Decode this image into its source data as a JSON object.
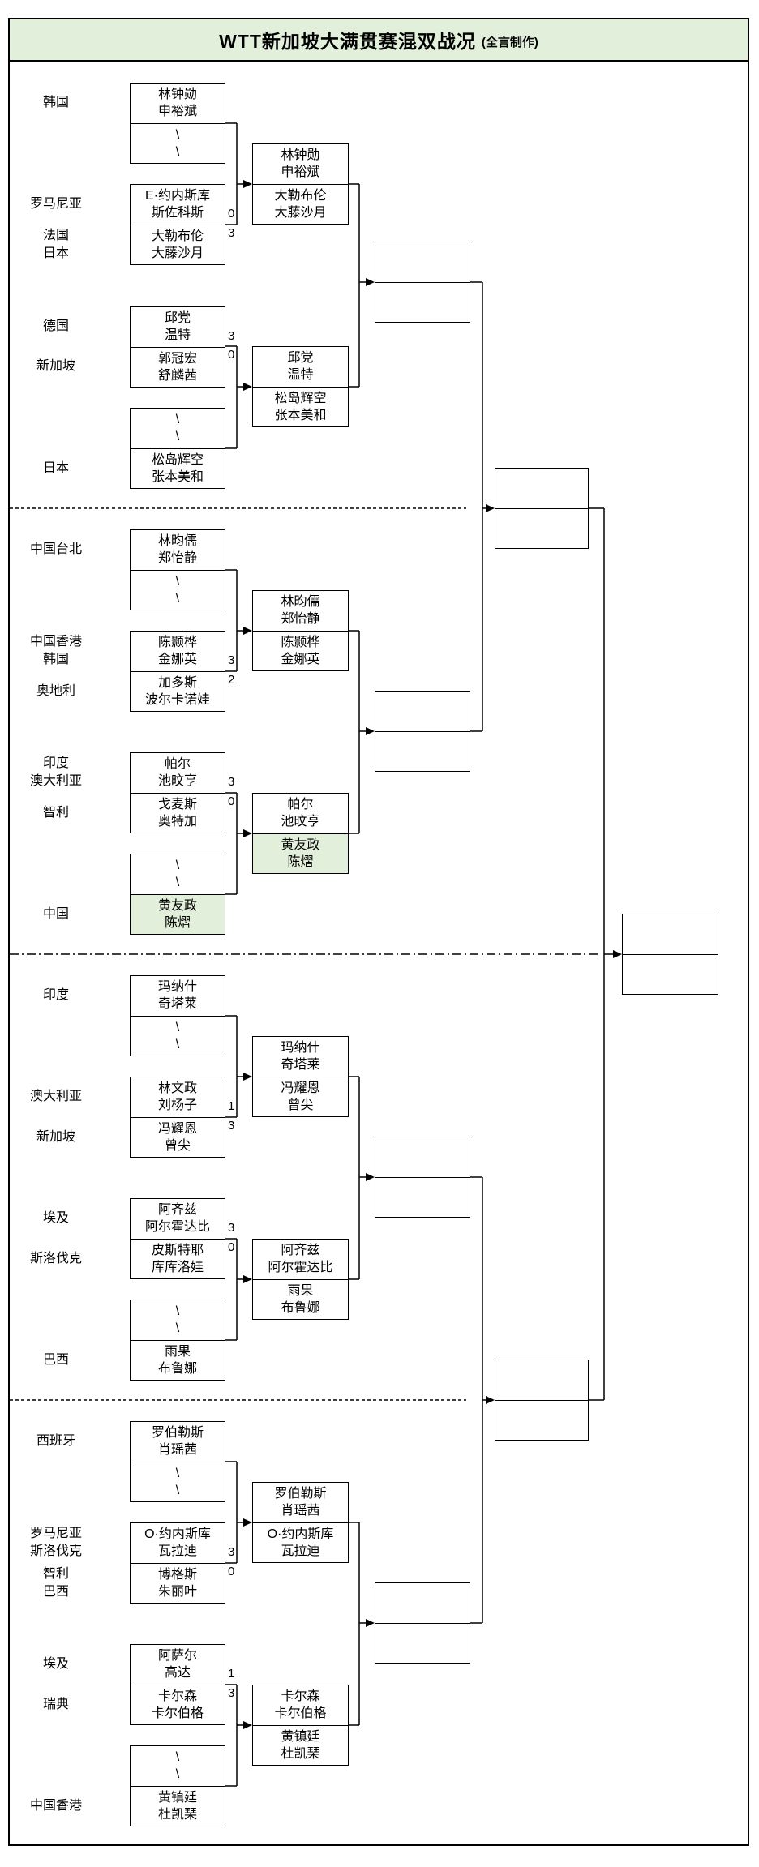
{
  "title": {
    "main": "WTT新加坡大满贯赛混双战况",
    "credit": "(全言制作)"
  },
  "colors": {
    "band_bg": "#e2efda",
    "highlight_bg": "#e2efda",
    "line": "#000000"
  },
  "bracket": {
    "round32": [
      {
        "label": [
          "韩国"
        ],
        "team": [
          "林钟勋",
          "申裕斌"
        ]
      },
      {
        "bye": true,
        "team": [
          "\\",
          "\\"
        ]
      },
      {
        "label": [
          "罗马尼亚"
        ],
        "team": [
          "E·约内斯库",
          "斯佐科斯"
        ],
        "score": "0"
      },
      {
        "label": [
          "法国",
          "日本"
        ],
        "team": [
          "大勒布伦",
          "大藤沙月"
        ],
        "score": "3"
      },
      {
        "label": [
          "德国"
        ],
        "team": [
          "邱党",
          "温特"
        ],
        "score": "3"
      },
      {
        "label": [
          "新加坡"
        ],
        "team": [
          "郭冠宏",
          "舒麟茜"
        ],
        "score": "0"
      },
      {
        "bye": true,
        "team": [
          "\\",
          "\\"
        ]
      },
      {
        "label": [
          "日本"
        ],
        "team": [
          "松岛辉空",
          "张本美和"
        ]
      },
      {
        "label": [
          "中国台北"
        ],
        "team": [
          "林昀儒",
          "郑怡静"
        ]
      },
      {
        "bye": true,
        "team": [
          "\\",
          "\\"
        ]
      },
      {
        "label": [
          "中国香港",
          "韩国"
        ],
        "team": [
          "陈颢桦",
          "金娜英"
        ],
        "score": "3"
      },
      {
        "label": [
          "奥地利"
        ],
        "team": [
          "加多斯",
          "波尔卡诺娃"
        ],
        "score": "2"
      },
      {
        "label": [
          "印度",
          "澳大利亚"
        ],
        "team": [
          "帕尔",
          "池旼亨"
        ],
        "score": "3"
      },
      {
        "label": [
          "智利"
        ],
        "team": [
          "戈麦斯",
          "奥特加"
        ],
        "score": "0"
      },
      {
        "bye": true,
        "team": [
          "\\",
          "\\"
        ]
      },
      {
        "label": [
          "中国"
        ],
        "team": [
          "黄友政",
          "陈熠"
        ],
        "highlight": true
      },
      {
        "label": [
          "印度"
        ],
        "team": [
          "玛纳什",
          "奇塔莱"
        ]
      },
      {
        "bye": true,
        "team": [
          "\\",
          "\\"
        ]
      },
      {
        "label": [
          "澳大利亚"
        ],
        "team": [
          "林文政",
          "刘杨子"
        ],
        "score": "1"
      },
      {
        "label": [
          "新加坡"
        ],
        "team": [
          "冯耀恩",
          "曾尖"
        ],
        "score": "3"
      },
      {
        "label": [
          "埃及"
        ],
        "team": [
          "阿齐兹",
          "阿尔霍达比"
        ],
        "score": "3"
      },
      {
        "label": [
          "斯洛伐克"
        ],
        "team": [
          "皮斯特耶",
          "库库洛娃"
        ],
        "score": "0"
      },
      {
        "bye": true,
        "team": [
          "\\",
          "\\"
        ]
      },
      {
        "label": [
          "巴西"
        ],
        "team": [
          "雨果",
          "布鲁娜"
        ]
      },
      {
        "label": [
          "西班牙"
        ],
        "team": [
          "罗伯勒斯",
          "肖瑶茜"
        ]
      },
      {
        "bye": true,
        "team": [
          "\\",
          "\\"
        ]
      },
      {
        "label": [
          "罗马尼亚",
          "斯洛伐克"
        ],
        "team": [
          "O·约内斯库",
          "瓦拉迪"
        ],
        "score": "3"
      },
      {
        "label": [
          "智利",
          "巴西"
        ],
        "team": [
          "博格斯",
          "朱丽叶"
        ],
        "score": "0"
      },
      {
        "label": [
          "埃及"
        ],
        "team": [
          "阿萨尔",
          "高达"
        ],
        "score": "1"
      },
      {
        "label": [
          "瑞典"
        ],
        "team": [
          "卡尔森",
          "卡尔伯格"
        ],
        "score": "3"
      },
      {
        "bye": true,
        "team": [
          "\\",
          "\\"
        ]
      },
      {
        "label": [
          "中国香港"
        ],
        "team": [
          "黄镇廷",
          "杜凯琹"
        ]
      }
    ],
    "round16": [
      {
        "top": [
          "林钟勋",
          "申裕斌"
        ],
        "bottom": [
          "大勒布伦",
          "大藤沙月"
        ]
      },
      {
        "top": [
          "邱党",
          "温特"
        ],
        "bottom": [
          "松岛辉空",
          "张本美和"
        ]
      },
      {
        "top": [
          "林昀儒",
          "郑怡静"
        ],
        "bottom": [
          "陈颢桦",
          "金娜英"
        ]
      },
      {
        "top": [
          "帕尔",
          "池旼亨"
        ],
        "bottom": [
          "黄友政",
          "陈熠"
        ],
        "bottom_highlight": true
      },
      {
        "top": [
          "玛纳什",
          "奇塔莱"
        ],
        "bottom": [
          "冯耀恩",
          "曾尖"
        ]
      },
      {
        "top": [
          "阿齐兹",
          "阿尔霍达比"
        ],
        "bottom": [
          "雨果",
          "布鲁娜"
        ]
      },
      {
        "top": [
          "罗伯勒斯",
          "肖瑶茜"
        ],
        "bottom": [
          "O·约内斯库",
          "瓦拉迪"
        ]
      },
      {
        "top": [
          "卡尔森",
          "卡尔伯格"
        ],
        "bottom": [
          "黄镇廷",
          "杜凯琹"
        ]
      }
    ],
    "quarterfinals": [
      {
        "top": "",
        "bottom": ""
      },
      {
        "top": "",
        "bottom": ""
      },
      {
        "top": "",
        "bottom": ""
      },
      {
        "top": "",
        "bottom": ""
      }
    ],
    "semifinals": [
      {
        "top": "",
        "bottom": ""
      },
      {
        "top": "",
        "bottom": ""
      }
    ],
    "final": {
      "top": "",
      "bottom": ""
    }
  }
}
